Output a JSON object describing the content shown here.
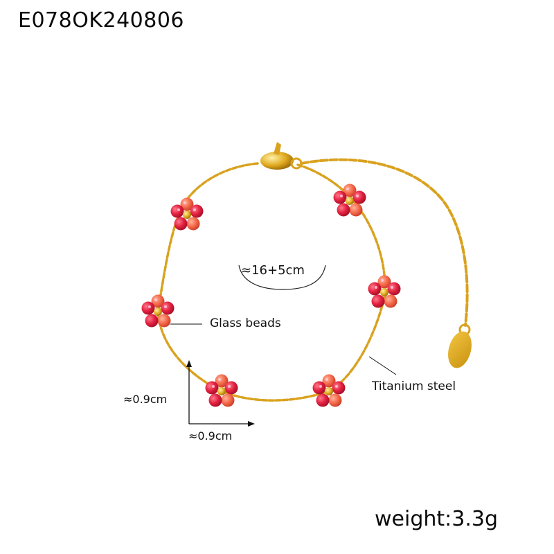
{
  "product": {
    "sku": "E078OK240806",
    "weight_label": "weight:3.3g"
  },
  "annotations": {
    "length": "≈16+5cm",
    "material_beads": "Glass beads",
    "material_chain": "Titanium steel",
    "flower_height": "≈0.9cm",
    "flower_width": "≈0.9cm"
  },
  "colors": {
    "gold": "#d9a21e",
    "gold_dark": "#b07d0c",
    "bead_red": "#e2203f",
    "bead_coral": "#f5694a",
    "bead_pink": "#e8306a"
  }
}
